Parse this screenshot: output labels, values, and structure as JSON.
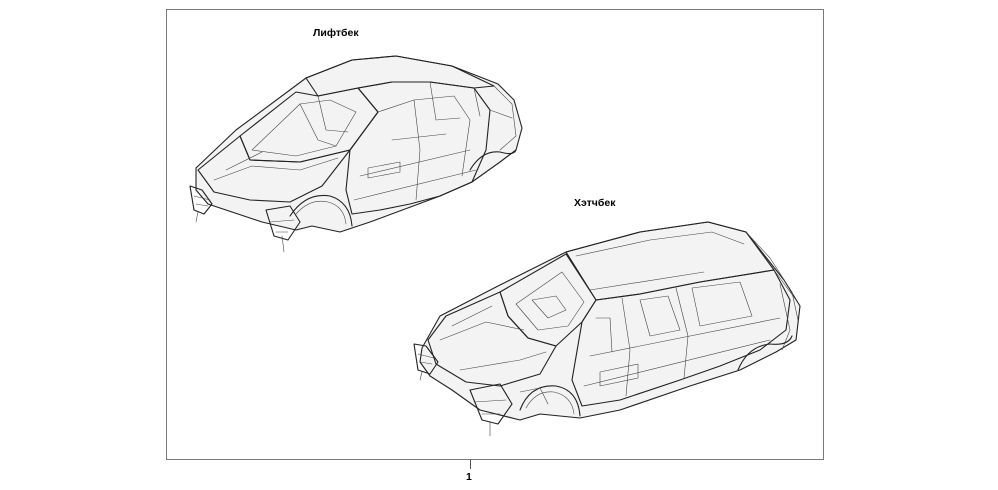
{
  "labels": {
    "liftback": "Лифтбек",
    "hatchback": "Хэтчбек"
  },
  "callout_number": "1",
  "colors": {
    "frame": "#7a7a7a",
    "line_art": "#222222"
  }
}
